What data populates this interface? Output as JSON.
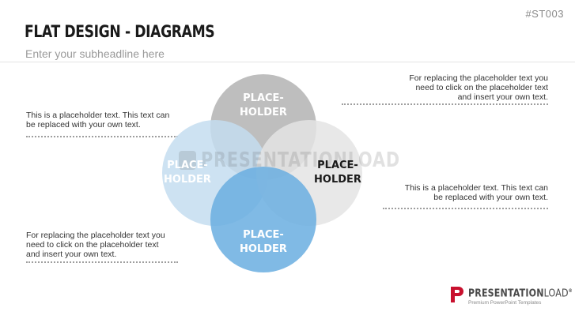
{
  "slide": {
    "id": "#ST003",
    "title": "FLAT DESIGN - DIAGRAMS",
    "subtitle": "Enter your subheadline here"
  },
  "diagram": {
    "circles": [
      {
        "name": "top",
        "label_line1": "PLACE-",
        "label_line2": "HOLDER",
        "fill": "#b3b3b3",
        "label_color": "#ffffff"
      },
      {
        "name": "left",
        "label_line1": "PLACE-",
        "label_line2": "HOLDER",
        "fill": "#c4ddf0",
        "label_color": "#ffffff"
      },
      {
        "name": "right",
        "label_line1": "PLACE-",
        "label_line2": "HOLDER",
        "fill": "#e4e4e4",
        "label_color": "#1a1a1a"
      },
      {
        "name": "bottom",
        "label_line1": "PLACE-",
        "label_line2": "HOLDER",
        "fill": "#6aaee0",
        "label_color": "#ffffff"
      }
    ]
  },
  "notes": {
    "top_right": {
      "line1": "For replacing the placeholder text you",
      "line2": "need to click on the placeholder text",
      "line3": "and insert your own text."
    },
    "top_left": {
      "line1": "This is a placeholder text. This text can",
      "line2": "be replaced with your own text."
    },
    "bottom_right": {
      "line1": "This is a placeholder text. This text can",
      "line2": "be replaced with your own text."
    },
    "bottom_left": {
      "line1": "For replacing the placeholder text you",
      "line2": "need to click on the placeholder text",
      "line3": "and insert your own text."
    }
  },
  "watermark": {
    "text": "PRESENTATIONLOAD"
  },
  "logo": {
    "brand_bold": "PRESENTATION",
    "brand_light": "LOAD",
    "registered": "®",
    "tagline": "Premium PowerPoint Templates",
    "accent": "#c8102e"
  }
}
